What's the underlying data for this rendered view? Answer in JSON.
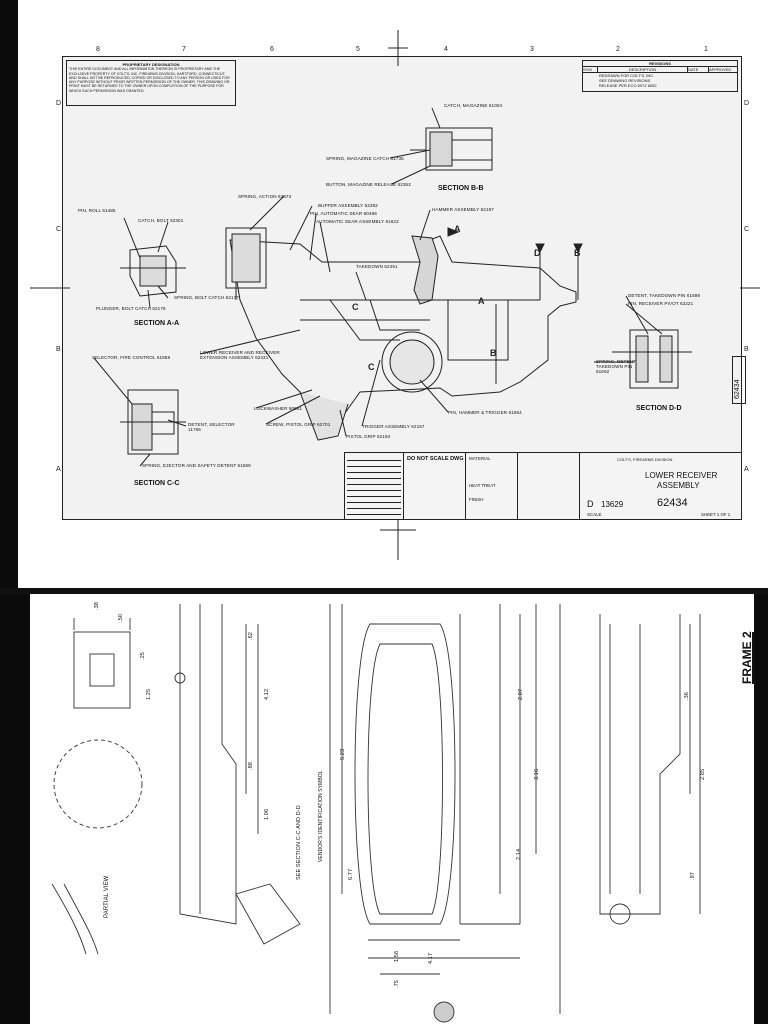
{
  "drawing": {
    "proprietary_notice": {
      "heading": "PROPRIETARY DESIGNATION",
      "body": "THIS ENTIRE DOCUMENT AND ALL INFORMATION THEREON IS PROPRIETARY AND THE EXCLUSIVE PROPERTY OF COLT'S, INC. FIREARMS DIVISION, HARTFORD, CONNECTICUT, AND SHALL NOT BE REPRODUCED, COPIED OR DISCLOSED TO ANY PERSON OR USED FOR ANY PURPOSE WITHOUT PRIOR WRITTEN PERMISSION OF THE OWNER. THIS DRAWING OR PRINT MUST BE RETURNED TO THE OWNER UPON COMPLETION OF THE PURPOSE FOR WHICH SUCH PERMISSION WAS GRANTED."
    },
    "zones_top": [
      "8",
      "7",
      "6",
      "5",
      "4",
      "3",
      "2",
      "1"
    ],
    "zones_side": [
      "D",
      "C",
      "B",
      "A"
    ],
    "revisions": {
      "title": "REVISIONS",
      "headers": [
        "SYM",
        "DESCRIPTION",
        "DATE",
        "APPROVED"
      ],
      "rows": [
        "REDRAWN FOR COLT'S, INC.",
        "SEE DRAWING REVISIONS",
        "RELEASE PER ECO 5972 6052"
      ]
    },
    "callouts": {
      "catch_magazine": "CATCH, MAGAZINE 61004",
      "spring_mag_catch": "SPRING, MAGAZINE CATCH 61735",
      "button_mag_release": "BUTTON, MAGAZINE RELEASE 62352",
      "spring_action": "SPRING, ACTION 62373",
      "buffer_assembly": "BUFFER ASSEMBLY 62382",
      "pin_auto_sear": "PIN, AUTOMATIC SEAR 60496",
      "auto_sear_assembly": "AUTOMATIC SEAR ASSEMBLY 61622",
      "hammer_assembly": "HAMMER ASSEMBLY 62197",
      "pin_roll": "PIN, ROLL 61485",
      "catch_bolt": "CATCH, BOLT 62301",
      "spring_bolt_catch": "SPRING, BOLT CATCH 62177",
      "plunger_bolt_catch": "PLUNGER, BOLT CATCH 62178",
      "takedown": "TAKEDOWN 62351",
      "lower_receiver": "LOWER RECEIVER AND RECEIVER EXTENSION ASSEMBLY 62431",
      "selector": "SELECTOR, FIRE CONTROL 61959",
      "lockwasher": "LOCKWASHER 90061",
      "screw_pistol_grip": "SCREW, PISTOL GRIP 62701",
      "pistol_grip": "PISTOL GRIP 62194",
      "trigger_assembly": "TRIGGER ASSEMBLY 62157",
      "pin_hammer_trigger": "PIN, HAMMER & TRIGGER 61654",
      "detent_selector": "DETENT, SELECTOR 11765",
      "spring_ejector": "SPRING, EJECTOR AND SAFETY DETENT 61569",
      "detent_takedown": "DETENT, TAKEDOWN PIN 61698",
      "pin_receiver_pivot": "PIN, RECEIVER PIVOT 62221",
      "spring_detent": "SPRING, DETENT TAKEDOWN PIN 61692"
    },
    "sections": {
      "aa": "SECTION A-A",
      "bb": "SECTION B-B",
      "cc": "SECTION C-C",
      "dd": "SECTION D-D"
    },
    "side_number": "62434",
    "title_block": {
      "do_not_scale": "DO NOT SCALE DWG",
      "material_label": "MATERIAL",
      "heat_treat_label": "HEAT TREAT",
      "finish_label": "FINISH",
      "company": "COLT'S, FIREARMS DIVISION",
      "title_line1": "LOWER RECEIVER",
      "title_line2": "ASSEMBLY",
      "size": "D",
      "code_ident": "13629",
      "drawing_number": "62434",
      "scale_label": "SCALE",
      "sheet_label": "SHEET 1 OF 1"
    },
    "lower_sheet": {
      "frame_label": "FRAME 2",
      "partial_view": "PARTIAL VIEW",
      "see_section": "SEE SECTION C-C AND D-D",
      "vendor_note": "VENDOR'S IDENTIFICATION SYMBOL",
      "dims": [
        ".38",
        ".50",
        ".25",
        "1.25",
        ".62",
        "4.12",
        ".88",
        "1.06",
        "5.23",
        "6.77",
        "2.07",
        "3.16",
        ".36",
        "2.85",
        "2.14",
        "1.56",
        ".75",
        "4.17",
        ".97"
      ]
    }
  }
}
